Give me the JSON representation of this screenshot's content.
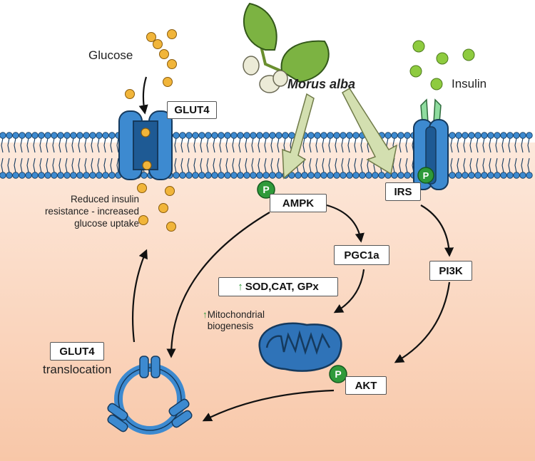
{
  "labels": {
    "glucose": "Glucose",
    "insulin": "Insulin",
    "plant": "Morus alba",
    "outcome": "Reduced insulin resistance - increased glucose uptake",
    "translocation": "translocation",
    "mito_biogenesis": "Mitochondrial biogenesis",
    "phospho": "P"
  },
  "boxes": {
    "glut4_membrane": "GLUT4",
    "ampk": "AMPK",
    "irs": "IRS",
    "pgc1a": "PGC1a",
    "pi3k": "PI3K",
    "akt": "AKT",
    "antioxidants": "SOD,CAT, GPx",
    "glut4_vesicle": "GLUT4"
  },
  "colors": {
    "membrane_blue": "#3d8ad0",
    "cytoplasm": "#f9cfb6",
    "glucose": "#f1b53a",
    "insulin": "#8ecb3f",
    "phospho_green": "#2f9a3a",
    "big_arrow": "#d3dfb0"
  },
  "icons": {
    "up_arrow": "up-arrow-icon",
    "leaf": "mulberry-leaf-icon",
    "mitochondrion": "mitochondrion-icon"
  }
}
